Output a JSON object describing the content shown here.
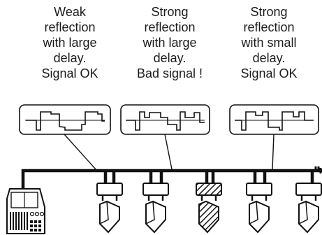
{
  "captions": [
    {
      "lines": [
        "Weak",
        "reflection",
        "with large",
        "delay.",
        "Signal OK"
      ]
    },
    {
      "lines": [
        "Strong",
        "reflection",
        "with large",
        "delay.",
        "Bad signal !"
      ]
    },
    {
      "lines": [
        "Strong",
        "reflection",
        "with small",
        "delay.",
        "Signal OK"
      ]
    }
  ],
  "colors": {
    "stroke": "#111111",
    "background": "#ffffff"
  }
}
